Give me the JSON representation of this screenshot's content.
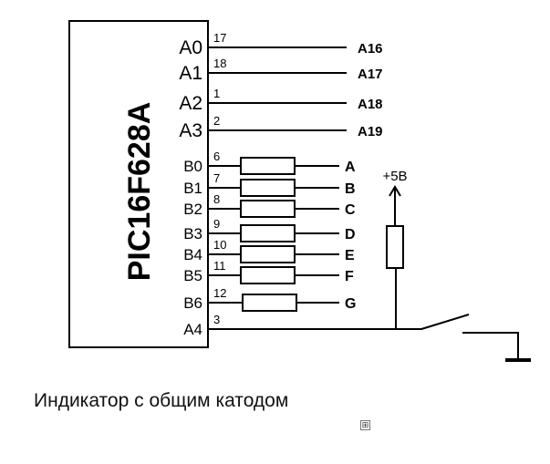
{
  "chip": {
    "name": "PIC16F628A"
  },
  "pins": [
    {
      "pin": "A0",
      "num": "17",
      "net": "A16",
      "type": "direct"
    },
    {
      "pin": "A1",
      "num": "18",
      "net": "A17",
      "type": "direct"
    },
    {
      "pin": "A2",
      "num": "1",
      "net": "A18",
      "type": "direct"
    },
    {
      "pin": "A3",
      "num": "2",
      "net": "A19",
      "type": "direct"
    },
    {
      "pin": "B0",
      "num": "6",
      "net": "A",
      "type": "resistor"
    },
    {
      "pin": "B1",
      "num": "7",
      "net": "B",
      "type": "resistor"
    },
    {
      "pin": "B2",
      "num": "8",
      "net": "C",
      "type": "resistor"
    },
    {
      "pin": "B3",
      "num": "9",
      "net": "D",
      "type": "resistor"
    },
    {
      "pin": "B4",
      "num": "10",
      "net": "E",
      "type": "resistor"
    },
    {
      "pin": "B5",
      "num": "11",
      "net": "F",
      "type": "resistor"
    },
    {
      "pin": "B6",
      "num": "12",
      "net": "G",
      "type": "resistor"
    },
    {
      "pin": "A4",
      "num": "3",
      "net": "",
      "type": "switch"
    }
  ],
  "power_label": "+5В",
  "caption": "Индикатор с общим катодом",
  "move_icon": "⊞"
}
